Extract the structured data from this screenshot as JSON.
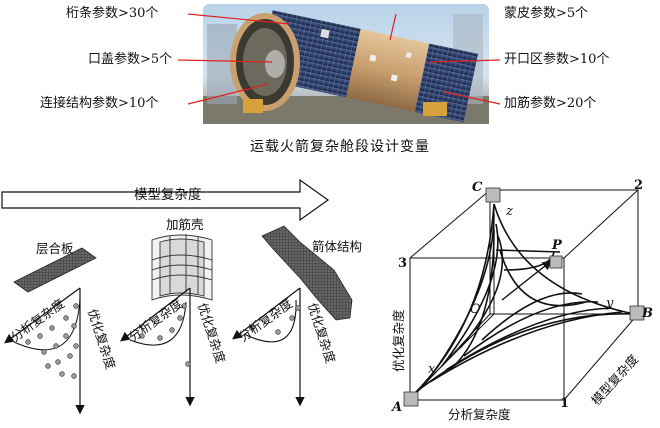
{
  "rocket_panel": {
    "labels": {
      "stringer": "桁条参数>30个",
      "cover": "口盖参数>5个",
      "joint": "连接结构参数>10个",
      "skin": "蒙皮参数>5个",
      "opening": "开口区参数>10个",
      "rib": "加筋参数>20个"
    },
    "caption": "运载火箭复杂舱段设计变量"
  },
  "complexity_panel": {
    "arrow_label": "模型复杂度",
    "items": [
      {
        "title": "层合板",
        "analysis": "分析复杂度",
        "optimization": "优化复杂度"
      },
      {
        "title": "加筋壳",
        "analysis": "分析复杂度",
        "optimization": "优化复杂度"
      },
      {
        "title": "箭体结构",
        "analysis": "分析复杂度",
        "optimization": "优化复杂度"
      }
    ]
  },
  "cube_panel": {
    "corner_labels": {
      "C": "C",
      "P": "P",
      "A": "A",
      "B": "B",
      "O": "O",
      "n1": "1",
      "n2": "2",
      "n3": "3"
    },
    "axis_labels": {
      "x": "x",
      "y": "y",
      "z": "z"
    },
    "bottom_axis": "分析复杂度",
    "left_axis": "优化复杂度",
    "right_axis": "模型复杂度"
  },
  "colors": {
    "rocket_blue": "#2c3f6b",
    "rocket_tan": "#c9a070",
    "red_leader": "#e02020",
    "line": "#111111"
  }
}
